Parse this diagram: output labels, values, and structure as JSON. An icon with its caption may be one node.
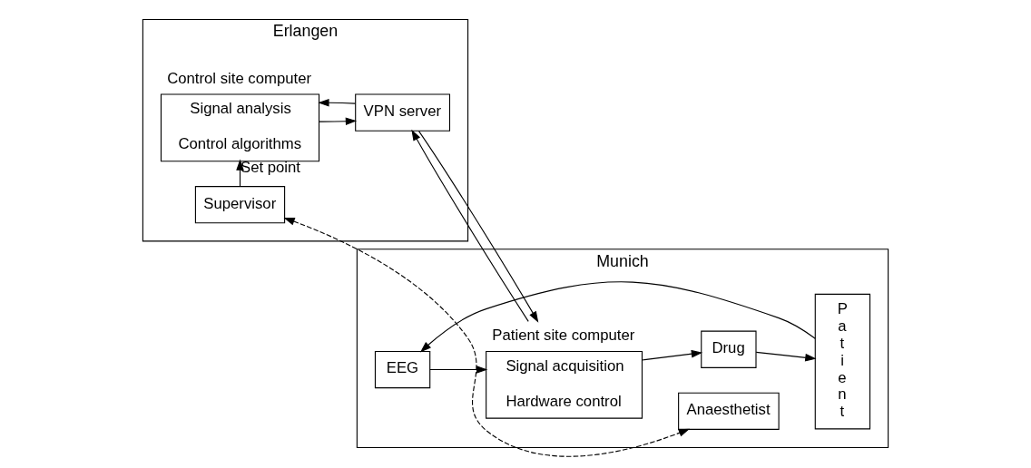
{
  "diagram": {
    "nodes": [
      {
        "text": [
          "Erlangen"
        ]
      },
      {
        "text": [
          "Control site computer",
          "Signal analysis",
          "Control algorithms"
        ],
        "in": 0
      },
      {
        "text": [
          "VPN server"
        ],
        "in": 0
      },
      {
        "text": [
          "Supervisor"
        ],
        "in": 0
      },
      {
        "text": [
          "Munich"
        ]
      },
      {
        "text": [
          "Patient site computer",
          "Signal acquisition",
          "Hardware control"
        ],
        "in": 4
      },
      {
        "text": [
          "EEG"
        ],
        "in": 4
      },
      {
        "text": [
          "Drug"
        ],
        "in": 4
      },
      {
        "text": [
          "Patient"
        ],
        "in": 4
      },
      {
        "text": [
          "Anaesthetist"
        ],
        "in": 4
      }
    ],
    "edges": [
      {
        "from": 2,
        "to": 1,
        "arrow": "to"
      },
      {
        "from": 5,
        "to": 2,
        "arrow": "to"
      },
      {
        "from": 1,
        "to": 2,
        "arrow": "to"
      },
      {
        "from": 2,
        "to": 5,
        "arrow": "to"
      },
      {
        "from": 6,
        "to": 5,
        "arrow": "to"
      },
      {
        "from": 8,
        "to": 6,
        "arrow": "to"
      },
      {
        "from": 5,
        "to": 7,
        "arrow": "to"
      },
      {
        "from": 7,
        "to": 8,
        "arrow": "to"
      },
      {
        "from": 3,
        "to": 1,
        "arrow": "to",
        "label": "Set point"
      },
      {
        "from": 3,
        "to": 9,
        "arrow": "both",
        "style": "dashed"
      }
    ]
  }
}
